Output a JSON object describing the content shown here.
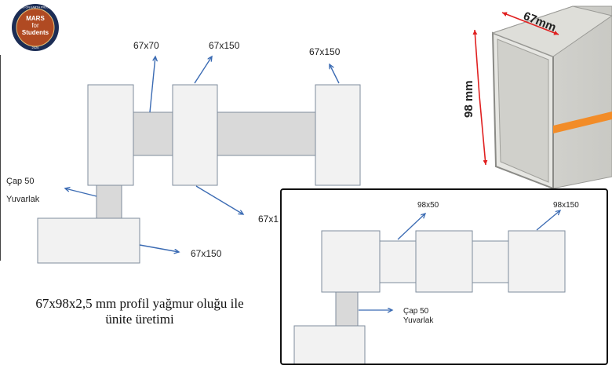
{
  "logo": {
    "line1": "MARS",
    "line2": "for",
    "line3": "Students",
    "ring_text": "MARS ON EARTH PROJECT",
    "year": "2026"
  },
  "diagram_main": {
    "label_67x70": "67x70",
    "label_67x150_top_middle": "67x150",
    "label_67x150_top_right": "67x150",
    "label_cap50_line1": "Çap 50",
    "label_cap50_line2": "Yuvarlak",
    "label_67x_partial": "67x1",
    "label_67x150_bottom": "67x150"
  },
  "render": {
    "dim_67mm": "67mm",
    "dim_98mm": "98 mm"
  },
  "diagram_inset": {
    "label_98x50": "98x50",
    "label_98x150": "98x150",
    "label_cap50_line1": "Çap 50",
    "label_cap50_line2": "Yuvarlak"
  },
  "caption": {
    "line1": "67x98x2,5 mm profil yağmur oluğu ile",
    "line2": "ünite üretimi"
  },
  "colors": {
    "box_fill": "#f2f2f2",
    "box_stroke": "#7f8c9c",
    "pipe_fill": "#d9d9d9",
    "arrow": "#3b6bb3",
    "dim_red": "#e02020",
    "stripe_orange": "#f28c28",
    "inset_border": "#111111"
  }
}
